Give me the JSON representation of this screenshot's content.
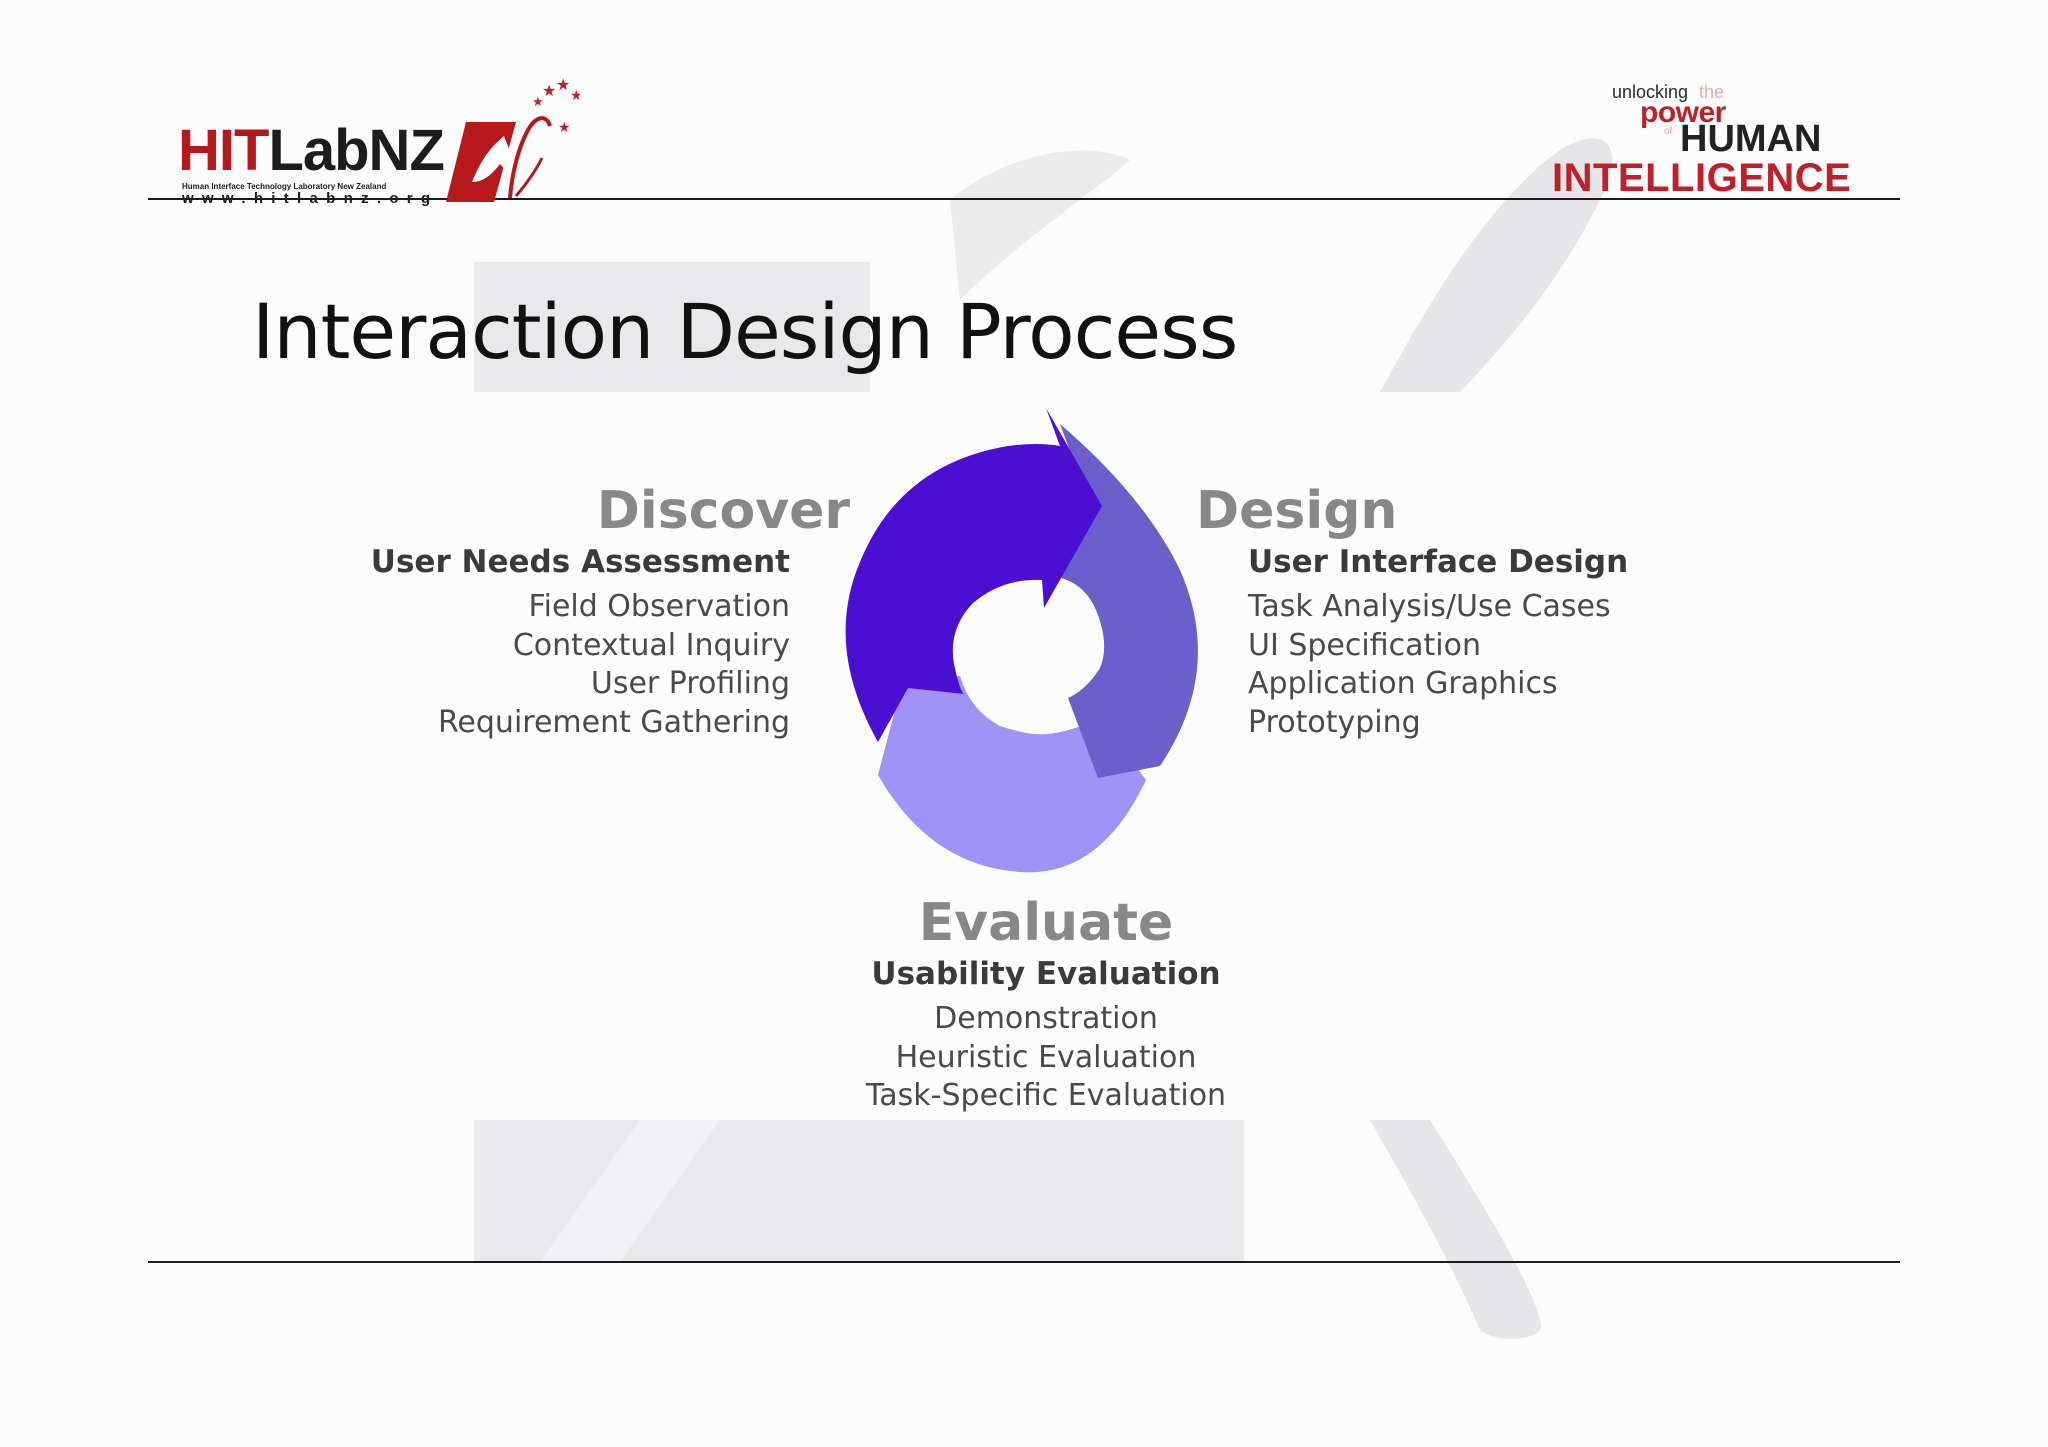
{
  "header": {
    "logo_left": {
      "brand_hit": "HIT",
      "brand_lab": "LabNZ",
      "subtitle": "Human Interface Technology Laboratory New Zealand",
      "url": "www.hitlabnz.org"
    },
    "logo_right": {
      "unlocking": "unlocking",
      "the": "the",
      "power": "power",
      "of": "of",
      "human": "HUMAN",
      "intelligence": "INTELLIGENCE"
    }
  },
  "title": "Interaction Design Process",
  "diagram": {
    "discover": {
      "name": "Discover",
      "heading": "User Needs Assessment",
      "items": [
        "Field Observation",
        "Contextual Inquiry",
        "User Profiling",
        "Requirement Gathering"
      ]
    },
    "design": {
      "name": "Design",
      "heading": "User Interface Design",
      "items": [
        "Task Analysis/Use Cases",
        "UI Specification",
        "Application Graphics",
        "Prototyping"
      ]
    },
    "evaluate": {
      "name": "Evaluate",
      "heading": "Usability Evaluation",
      "items": [
        "Demonstration",
        "Heuristic Evaluation",
        "Task-Specific Evaluation"
      ]
    },
    "colors": {
      "discover_arrow": "#4a0fd0",
      "design_arrow": "#6b5fcc",
      "evaluate_arrow": "#9f93f5"
    }
  }
}
